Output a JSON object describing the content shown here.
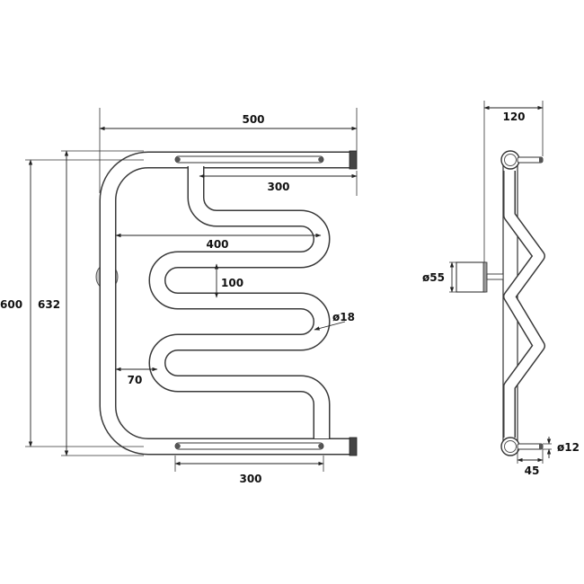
{
  "dimensions": {
    "overall_width": "500",
    "top_bar_length": "300",
    "coil_width": "400",
    "coil_pitch": "100",
    "pipe_diameter": "ø18",
    "side_offset": "70",
    "bottom_bar_length": "300",
    "height_600": "600",
    "height_632": "632",
    "depth": "120",
    "flange_diameter": "ø55",
    "pin_diameter": "ø12",
    "pin_offset": "45"
  },
  "colors": {
    "line": "#222222",
    "pipe_edge": "#3a3a3a",
    "mount_fill": "#c8c8c8"
  }
}
